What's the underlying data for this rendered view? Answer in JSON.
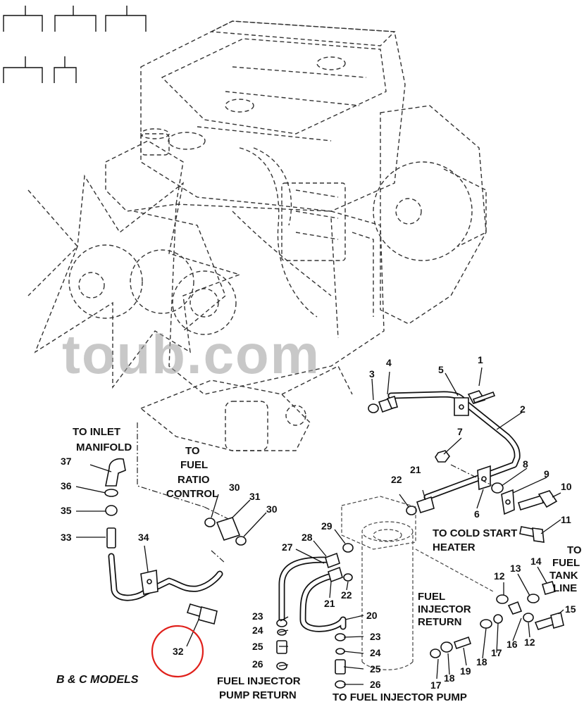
{
  "watermark": "toub.com",
  "labels": {
    "to_inlet": [
      "TO INLET",
      "MANIFOLD"
    ],
    "to_fuel_ratio": [
      "TO",
      "FUEL",
      "RATIO",
      "CONTROL"
    ],
    "to_cold_start": [
      "TO COLD START",
      "HEATER"
    ],
    "to_fuel_tank": [
      "TO",
      "FUEL",
      "TANK",
      "LINE"
    ],
    "fuel_injector_return": [
      "FUEL",
      "INJECTOR",
      "RETURN"
    ],
    "fuel_injector_pump_return": [
      "FUEL INJECTOR",
      "PUMP RETURN"
    ],
    "to_fuel_injector_pump": "TO FUEL INJECTOR PUMP",
    "models": "B & C MODELS"
  },
  "callouts": [
    "1",
    "2",
    "3",
    "4",
    "5",
    "6",
    "7",
    "8",
    "9",
    "10",
    "11",
    "12",
    "13",
    "14",
    "15",
    "16",
    "17",
    "18",
    "19",
    "20",
    "21",
    "22",
    "23",
    "24",
    "25",
    "26",
    "27",
    "28",
    "29",
    "30",
    "31",
    "32",
    "33",
    "34",
    "35",
    "36",
    "37"
  ],
  "highlight_callout": "32",
  "colors": {
    "ink": "#111111",
    "watermark": "#9a9a9a",
    "highlight": "#e0201b",
    "background": "#ffffff"
  }
}
